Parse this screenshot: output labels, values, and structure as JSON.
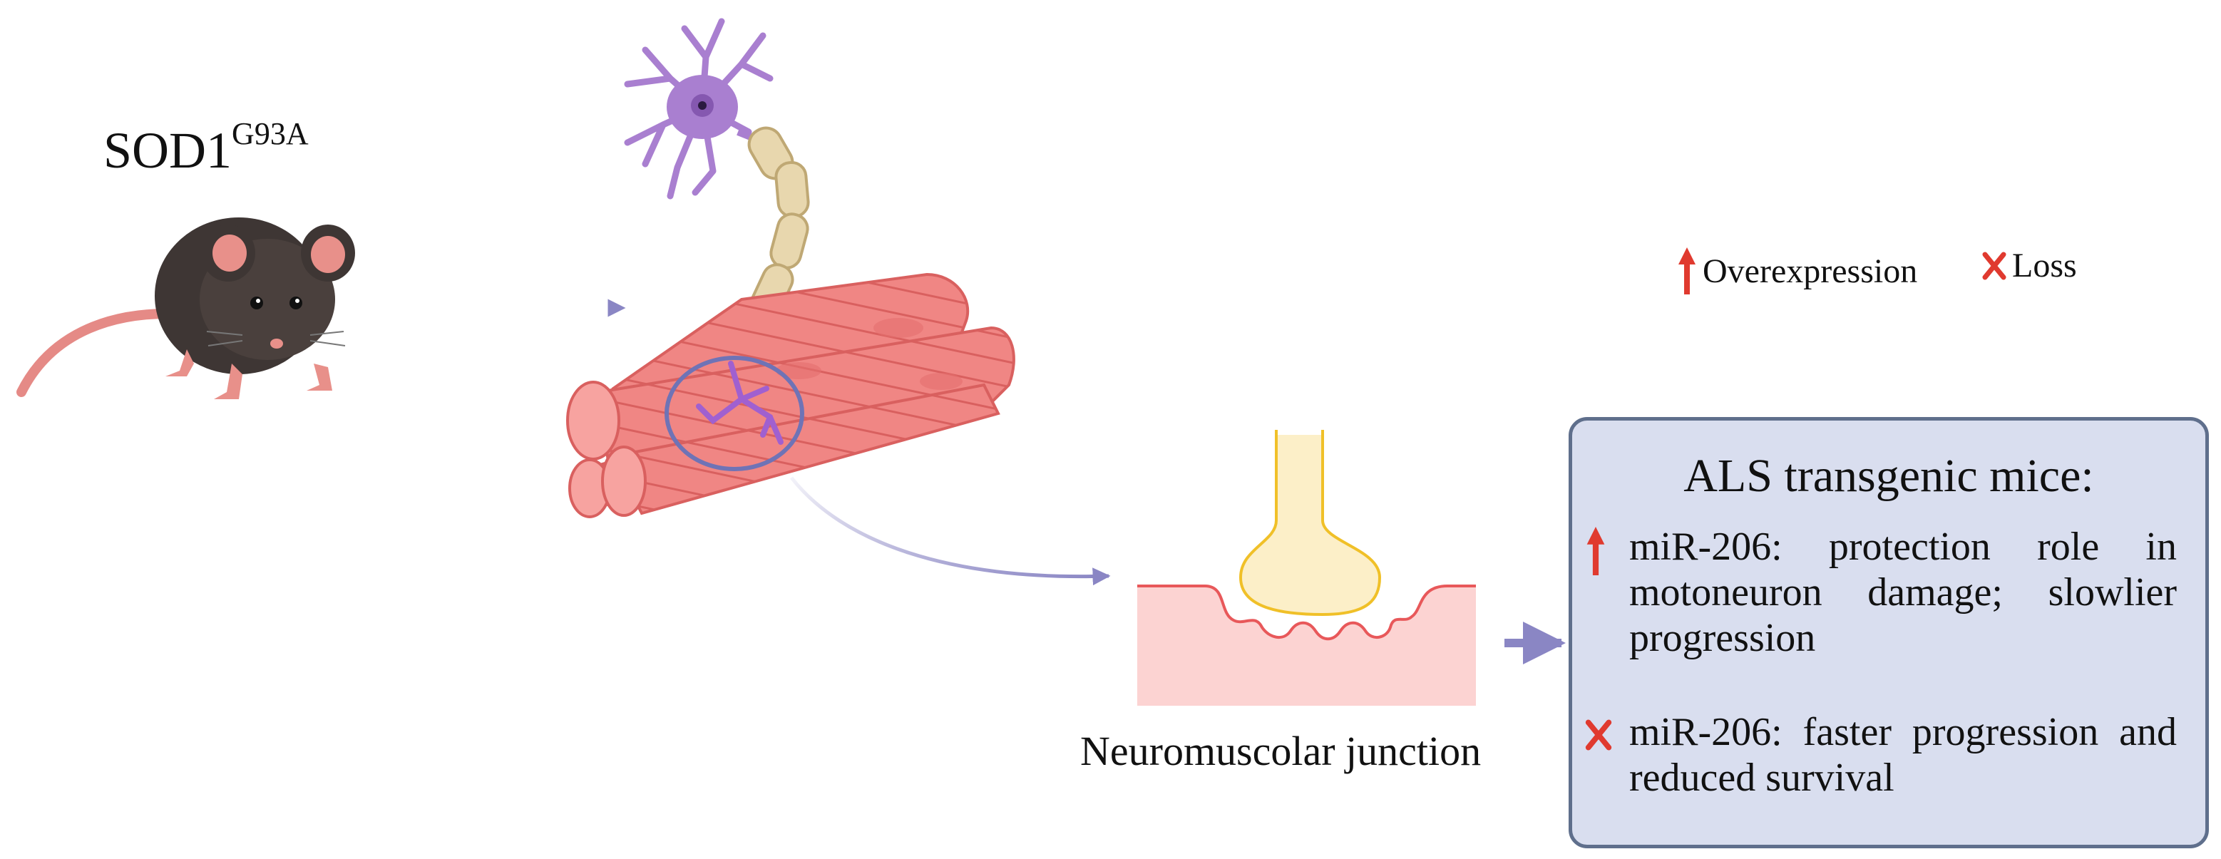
{
  "mouse": {
    "strain": "SOD1",
    "allele": "G93A"
  },
  "junction": {
    "label": "Neuromuscolar junction"
  },
  "legend": {
    "overexpression": {
      "label": "Overexpression",
      "icon": "up-arrow-icon"
    },
    "loss": {
      "label": "Loss",
      "icon": "x-mark-icon"
    }
  },
  "als_box": {
    "title": "ALS transgenic mice:",
    "findings": [
      {
        "marker": "up-arrow-icon",
        "text": "miR-206: protection role in motoneuron damage; slowlier progression"
      },
      {
        "marker": "x-mark-icon",
        "text": "miR-206: faster progression and reduced survival"
      }
    ]
  },
  "colors": {
    "arrow": "#8a86c4",
    "marker_red": "#e03a2f",
    "box_fill": "#d9deef",
    "box_border": "#5f6f8c",
    "muscle": "#f08684",
    "neuron": "#a97fd0",
    "myelin": "#e8d7ae",
    "mouse_body": "#3e3634"
  }
}
